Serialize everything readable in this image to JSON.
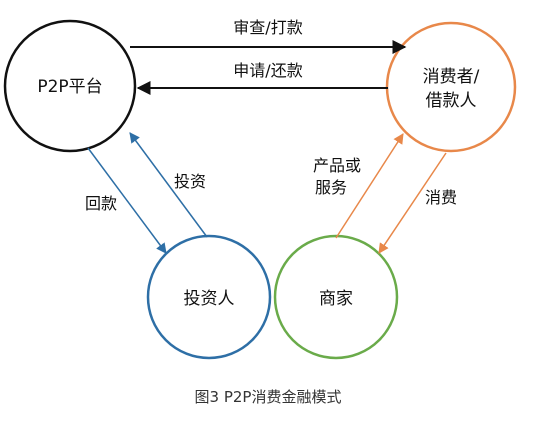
{
  "nodes": {
    "platform": {
      "label": "P2P平台"
    },
    "consumer": {
      "label_line1": "消费者/",
      "label_line2": "借款人"
    },
    "investor": {
      "label": "投资人"
    },
    "merchant": {
      "label": "商家"
    }
  },
  "edges": {
    "review_lend": "审查/打款",
    "apply_repay": "申请/还款",
    "invest": "投资",
    "repay": "回款",
    "product_line1": "产品或",
    "product_line2": "服务",
    "consume": "消费"
  },
  "caption": "图3 P2P消费金融模式",
  "colors": {
    "black": "#111111",
    "orange": "#E8884A",
    "blue": "#2E6FA6",
    "green": "#6AAB4A"
  }
}
